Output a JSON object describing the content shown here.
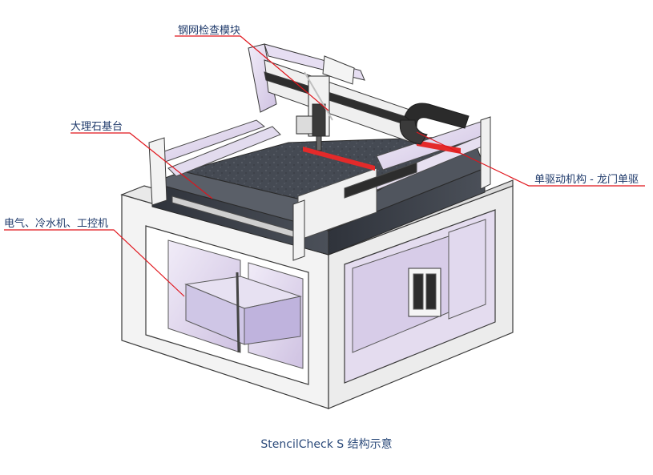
{
  "figure": {
    "caption": "StencilCheck S 结构示意",
    "callouts": {
      "stencil_module": "钢网检查模块",
      "marble_base": "大理石基台",
      "electrical": "电气、冷水机、工控机",
      "gantry_drive": "单驱动机构 - 龙门单驱"
    }
  },
  "colors": {
    "leader_line": "#e0141b",
    "label_text": "#1f3a6b",
    "frame_outline": "#3a3a3a",
    "lilac_panel": "#d9cfe8",
    "granite": "#3c4048",
    "red_rail": "#e42a2a"
  }
}
